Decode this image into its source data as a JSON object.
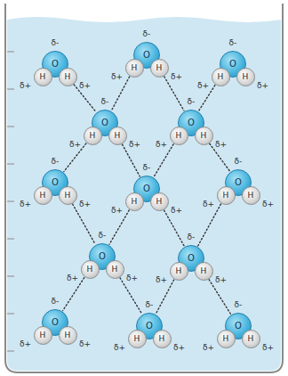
{
  "diagram": {
    "nodes": [
      {
        "text": [
          "O"
        ]
      },
      {
        "text": [
          "H"
        ]
      },
      {
        "text": [
          "H"
        ]
      },
      {
        "text": [
          "O"
        ]
      },
      {
        "text": [
          "H"
        ]
      },
      {
        "text": [
          "H"
        ]
      },
      {
        "text": [
          "O"
        ]
      },
      {
        "text": [
          "H"
        ]
      },
      {
        "text": [
          "H"
        ]
      },
      {
        "text": [
          "O"
        ]
      },
      {
        "text": [
          "H"
        ]
      },
      {
        "text": [
          "H"
        ]
      },
      {
        "text": [
          "O"
        ]
      },
      {
        "text": [
          "H"
        ]
      },
      {
        "text": [
          "H"
        ]
      },
      {
        "text": [
          "O"
        ]
      },
      {
        "text": [
          "H"
        ]
      },
      {
        "text": [
          "H"
        ]
      },
      {
        "text": [
          "O"
        ]
      },
      {
        "text": [
          "H"
        ]
      },
      {
        "text": [
          "H"
        ]
      },
      {
        "text": [
          "O"
        ]
      },
      {
        "text": [
          "H"
        ]
      },
      {
        "text": [
          "H"
        ]
      },
      {
        "text": [
          "O"
        ]
      },
      {
        "text": [
          "H"
        ]
      },
      {
        "text": [
          "H"
        ]
      },
      {
        "text": [
          "O"
        ]
      },
      {
        "text": [
          "H"
        ]
      },
      {
        "text": [
          "H"
        ]
      },
      {
        "text": [
          "O"
        ]
      },
      {
        "text": [
          "H"
        ]
      },
      {
        "text": [
          "H"
        ]
      },
      {
        "text": [
          "O"
        ]
      },
      {
        "text": [
          "H"
        ]
      },
      {
        "text": [
          "H"
        ]
      },
      {
        "text": [
          "O"
        ]
      },
      {
        "text": [
          "H"
        ]
      },
      {
        "text": [
          "H"
        ]
      }
    ],
    "edges": [
      {
        "from": 2,
        "to": 9,
        "arrow": "none"
      },
      {
        "from": 4,
        "to": 9,
        "arrow": "none"
      },
      {
        "from": 5,
        "to": 12,
        "arrow": "none"
      },
      {
        "from": 7,
        "to": 12,
        "arrow": "none"
      },
      {
        "from": 10,
        "to": 15,
        "arrow": "none"
      },
      {
        "from": 11,
        "to": 18,
        "arrow": "none"
      },
      {
        "from": 13,
        "to": 18,
        "arrow": "none"
      },
      {
        "from": 14,
        "to": 21,
        "arrow": "none"
      },
      {
        "from": 17,
        "to": 24,
        "arrow": "none"
      },
      {
        "from": 19,
        "to": 24,
        "arrow": "none"
      },
      {
        "from": 20,
        "to": 27,
        "arrow": "none"
      },
      {
        "from": 22,
        "to": 27,
        "arrow": "none"
      },
      {
        "from": 25,
        "to": 30,
        "arrow": "none"
      },
      {
        "from": 26,
        "to": 33,
        "arrow": "none"
      },
      {
        "from": 28,
        "to": 33,
        "arrow": "none"
      },
      {
        "from": 29,
        "to": 36,
        "arrow": "none"
      }
    ],
    "labels": [
      "δ-",
      "δ+",
      "δ+",
      "δ-",
      "δ+",
      "δ+",
      "δ-",
      "δ+",
      "δ+",
      "δ-",
      "δ+",
      "δ+",
      "δ-",
      "δ+",
      "δ+",
      "δ-",
      "δ+",
      "δ+",
      "δ-",
      "δ+",
      "δ+",
      "δ-",
      "δ+",
      "δ+",
      "δ-",
      "δ+",
      "δ+",
      "δ-",
      "δ+",
      "δ+",
      "δ-",
      "δ+",
      "δ+",
      "δ-",
      "δ+",
      "δ+",
      "δ-",
      "δ+",
      "δ+"
    ]
  }
}
